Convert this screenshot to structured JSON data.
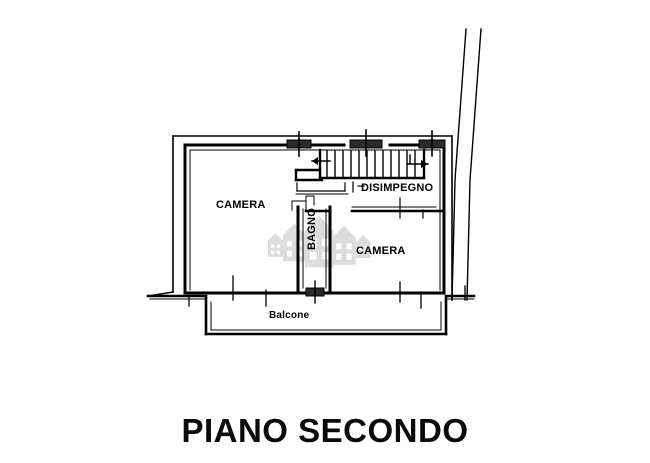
{
  "document": {
    "type": "floor-plan",
    "title": "PIANO SECONDO",
    "background_color": "#ffffff",
    "line_color": "#000000",
    "watermark_color": "#d9d9d9"
  },
  "rooms": [
    {
      "id": "camera-left",
      "label": "CAMERA",
      "orientation": "horizontal"
    },
    {
      "id": "camera-right",
      "label": "CAMERA",
      "orientation": "horizontal"
    },
    {
      "id": "disimpegno",
      "label": "DISIMPEGNO",
      "orientation": "horizontal"
    },
    {
      "id": "bagno",
      "label": "BAGNO",
      "orientation": "vertical"
    },
    {
      "id": "balcone",
      "label": "Balcone",
      "orientation": "horizontal"
    }
  ],
  "features": {
    "staircase_label": "staircase",
    "stair_tread_count": 12,
    "direction_arrow_left": "←",
    "direction_arrow_right": "→",
    "window_count": 3,
    "door_count": 3
  },
  "watermark": {
    "icon": "houses-watermark",
    "shape_count": 4
  }
}
